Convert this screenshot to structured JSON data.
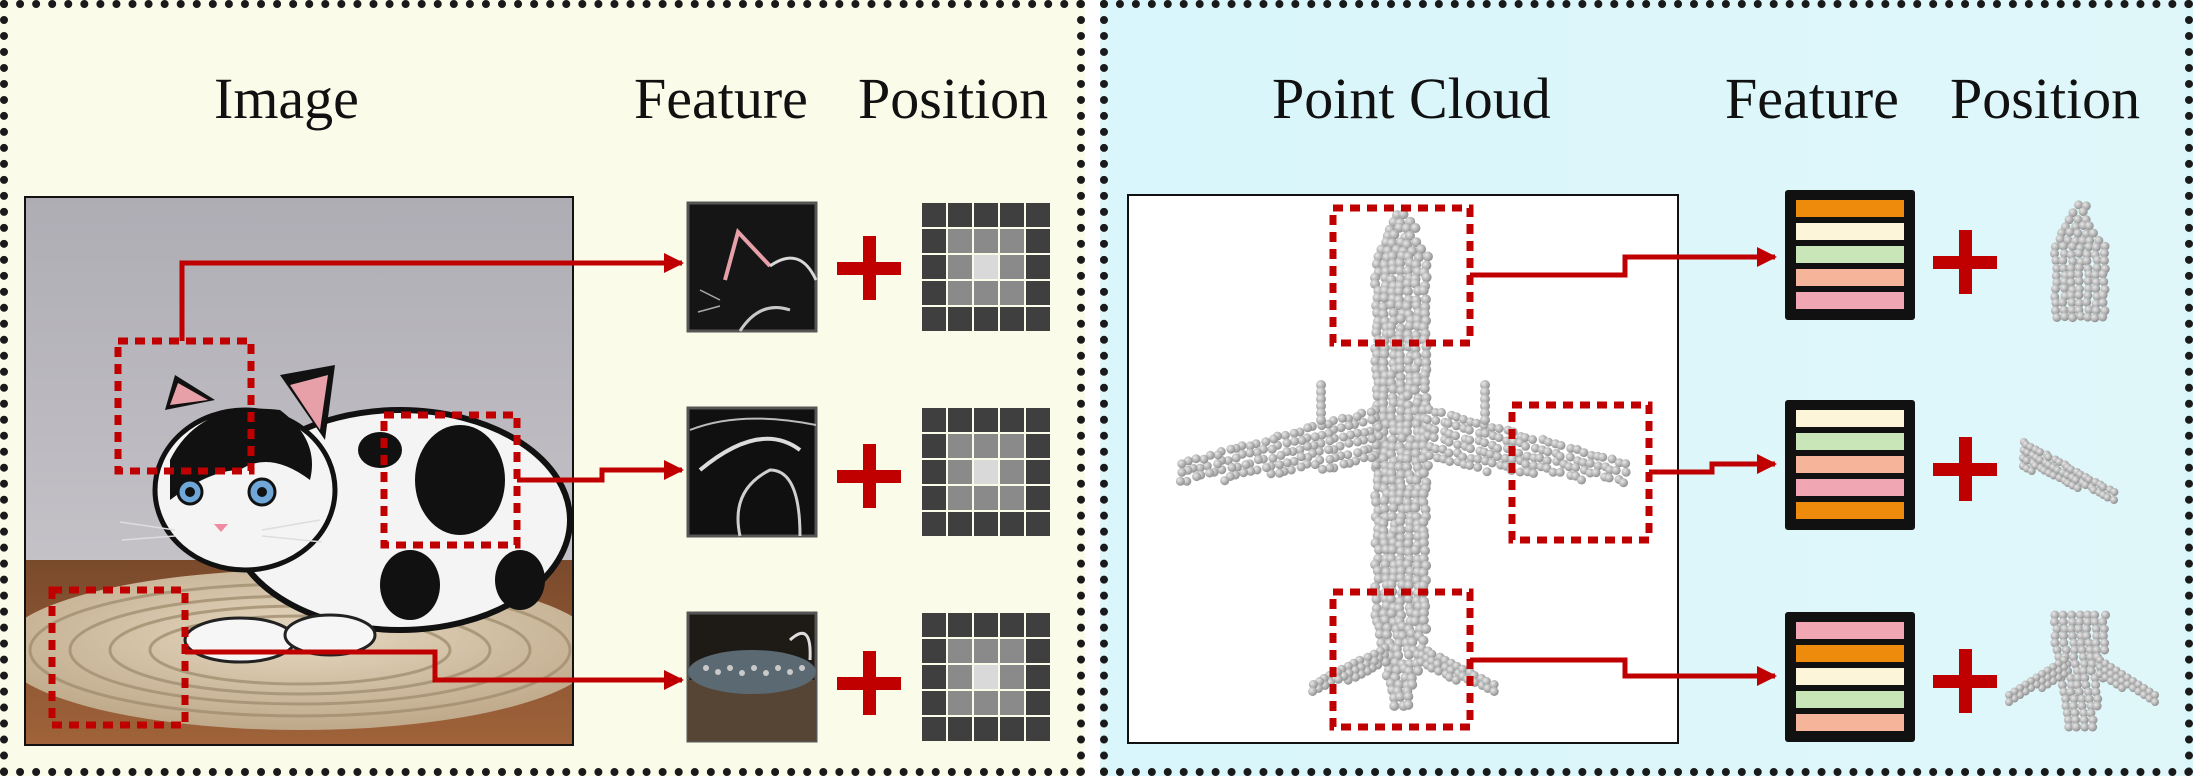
{
  "image_panel": {
    "headings": {
      "input": "Image",
      "feature": "Feature",
      "position": "Position"
    },
    "rows": [
      {
        "id": "ear"
      },
      {
        "id": "body"
      },
      {
        "id": "mat"
      }
    ]
  },
  "point_cloud_panel": {
    "headings": {
      "input": "Point Cloud",
      "feature": "Feature",
      "position": "Position"
    },
    "feature_stripes": [
      [
        "#ee8a0c",
        "#fdf5da",
        "#c8e6b7",
        "#f6b49a",
        "#f1a7b3"
      ],
      [
        "#fdf5da",
        "#c8e6b7",
        "#f6b49a",
        "#f1a7b3",
        "#ee8a0c"
      ],
      [
        "#f1a7b3",
        "#ee8a0c",
        "#fdf5da",
        "#c8e6b7",
        "#f6b49a"
      ]
    ]
  },
  "colors": {
    "arrow": "#c00000",
    "plus": "#c00000",
    "left_panel_bg": "#fbfbe9",
    "right_panel_bg": "#dcf6fa",
    "point": "#a8a8a8"
  },
  "icons": {
    "plus": "plus-icon",
    "position_grid": "grid-icon"
  }
}
